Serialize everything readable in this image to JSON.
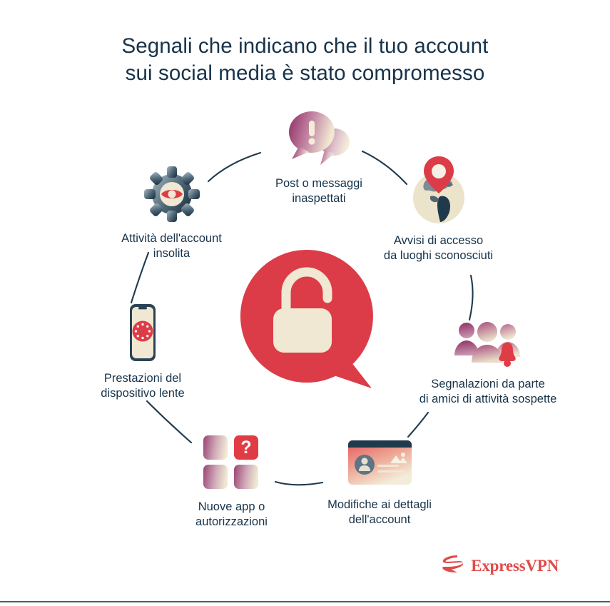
{
  "title": {
    "line1": "Segnali che indicano che il tuo account",
    "line2": "sui social media è stato compromesso"
  },
  "center": {
    "icon": "open-padlock-speech-bubble",
    "bubble_color": "#dc3c48",
    "lock_color": "#f0e8d2"
  },
  "nodes": [
    {
      "id": "unexpected-posts",
      "icon": "speech-bubbles-exclamation-icon",
      "label": "Post o messaggi\ninaspettati"
    },
    {
      "id": "login-alerts",
      "icon": "globe-location-pin-icon",
      "label": "Avvisi di accesso\nda luoghi sconosciuti"
    },
    {
      "id": "friend-reports",
      "icon": "people-group-bell-icon",
      "label": "Segnalazioni da parte\ndi amici di attività sospette"
    },
    {
      "id": "account-details-changes",
      "icon": "profile-card-icon",
      "label": "Modifiche ai dettagli\ndell'account"
    },
    {
      "id": "new-apps-permissions",
      "icon": "app-tiles-question-icon",
      "label": "Nuove app o\nautorizzazioni"
    },
    {
      "id": "slow-device",
      "icon": "phone-loading-spinner-icon",
      "label": "Prestazioni del\ndispositivo lente"
    },
    {
      "id": "unusual-activity",
      "icon": "gear-eye-icon",
      "label": "Attività dell'account\ninsolita"
    }
  ],
  "footer": {
    "brand": "ExpressVPN",
    "brand_color": "#e04a4a",
    "rule_color": "#3d6b4f"
  },
  "palette": {
    "text": "#17334a",
    "red": "#dc3c48",
    "cream": "#f0e8d2",
    "navy": "#1f3a4d",
    "magenta": "#9b3f72",
    "connector": "#1f3a4d"
  }
}
